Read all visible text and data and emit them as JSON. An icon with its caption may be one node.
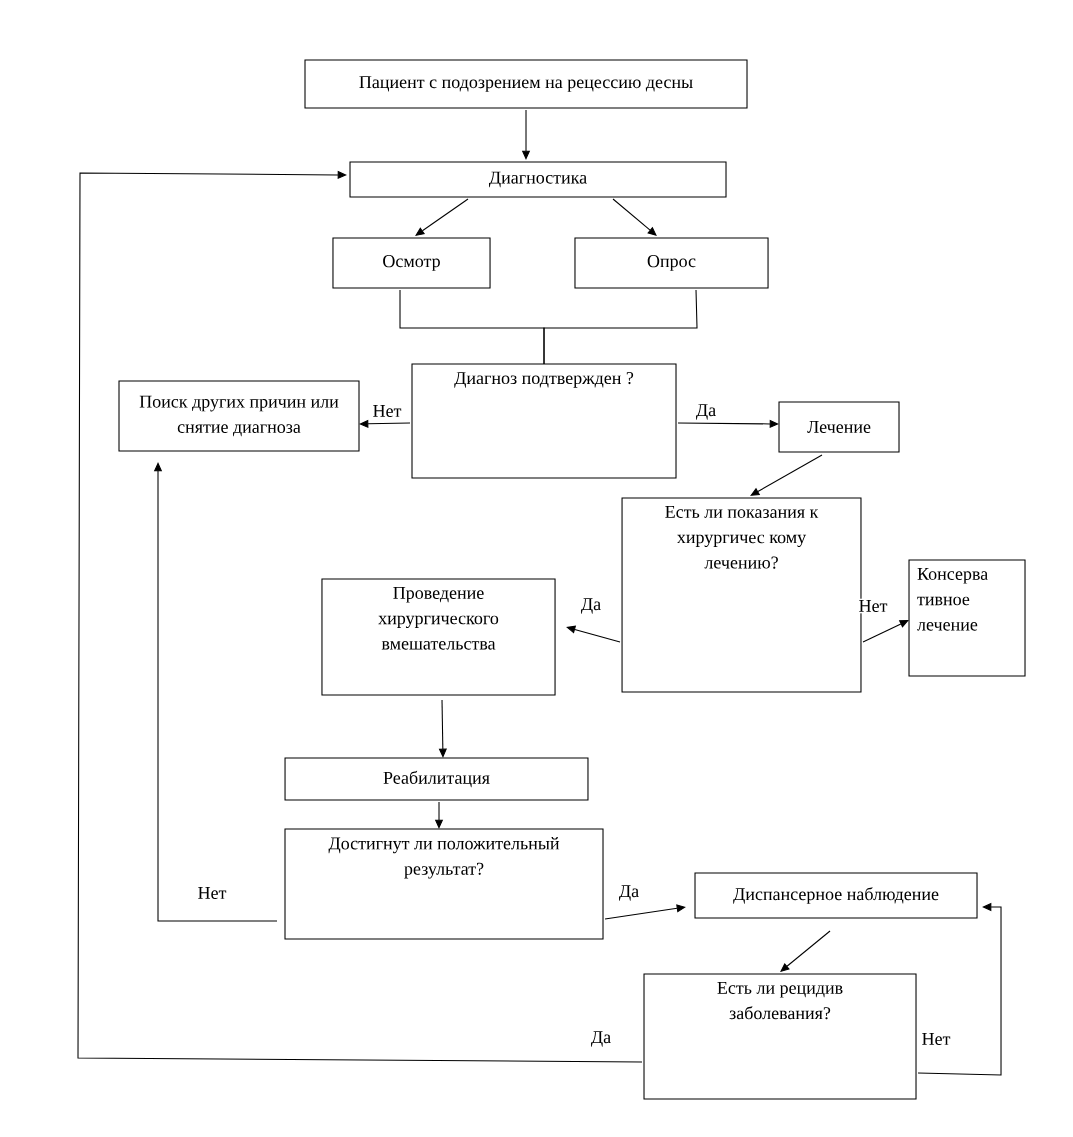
{
  "diagram": {
    "nodes": [
      {
        "text": [
          "Пациент с подозрением на рецессию десны"
        ]
      },
      {
        "text": [
          "Диагностика"
        ]
      },
      {
        "text": [
          "Осмотр"
        ]
      },
      {
        "text": [
          "Опрос"
        ]
      },
      {
        "text": [
          "Диагноз подтвержден ?"
        ]
      },
      {
        "text": [
          "Поиск других причин или снятие диагноза"
        ]
      },
      {
        "text": [
          "Лечение"
        ]
      },
      {
        "text": [
          "Есть ли показания к хирургичес кому лечению?"
        ]
      },
      {
        "text": [
          "Проведение хирургического вмешательства"
        ]
      },
      {
        "text": [
          "Консерва тивное лечение"
        ]
      },
      {
        "text": [
          "Реабилитация"
        ]
      },
      {
        "text": [
          "Достигнут ли положительный результат?"
        ]
      },
      {
        "text": [
          "Диспансерное наблюдение"
        ]
      },
      {
        "text": [
          "Есть ли рецидив заболевания?"
        ]
      }
    ],
    "edges": [
      {
        "from": 0,
        "to": 1,
        "arrow": "to"
      },
      {
        "from": 1,
        "to": 2,
        "arrow": "to"
      },
      {
        "from": 1,
        "to": 3,
        "arrow": "to"
      },
      {
        "from": 2,
        "to": 4,
        "arrow": "none"
      },
      {
        "from": 3,
        "to": 4,
        "arrow": "none"
      },
      {
        "from": 4,
        "to": 5,
        "arrow": "to",
        "label": "Нет"
      },
      {
        "from": 4,
        "to": 6,
        "arrow": "to",
        "label": "Да"
      },
      {
        "from": 6,
        "to": 7,
        "arrow": "to"
      },
      {
        "from": 7,
        "to": 8,
        "arrow": "to",
        "label": "Да"
      },
      {
        "from": 7,
        "to": 9,
        "arrow": "to",
        "label": "Нет"
      },
      {
        "from": 8,
        "to": 10,
        "arrow": "to"
      },
      {
        "from": 10,
        "to": 11,
        "arrow": "to"
      },
      {
        "from": 11,
        "to": 5,
        "arrow": "to",
        "label": "Нет"
      },
      {
        "from": 11,
        "to": 12,
        "arrow": "to",
        "label": "Да"
      },
      {
        "from": 12,
        "to": 13,
        "arrow": "to"
      },
      {
        "from": 13,
        "to": 1,
        "arrow": "to",
        "label": "Да"
      },
      {
        "from": 13,
        "to": 12,
        "arrow": "to",
        "label": "Нет"
      }
    ]
  }
}
